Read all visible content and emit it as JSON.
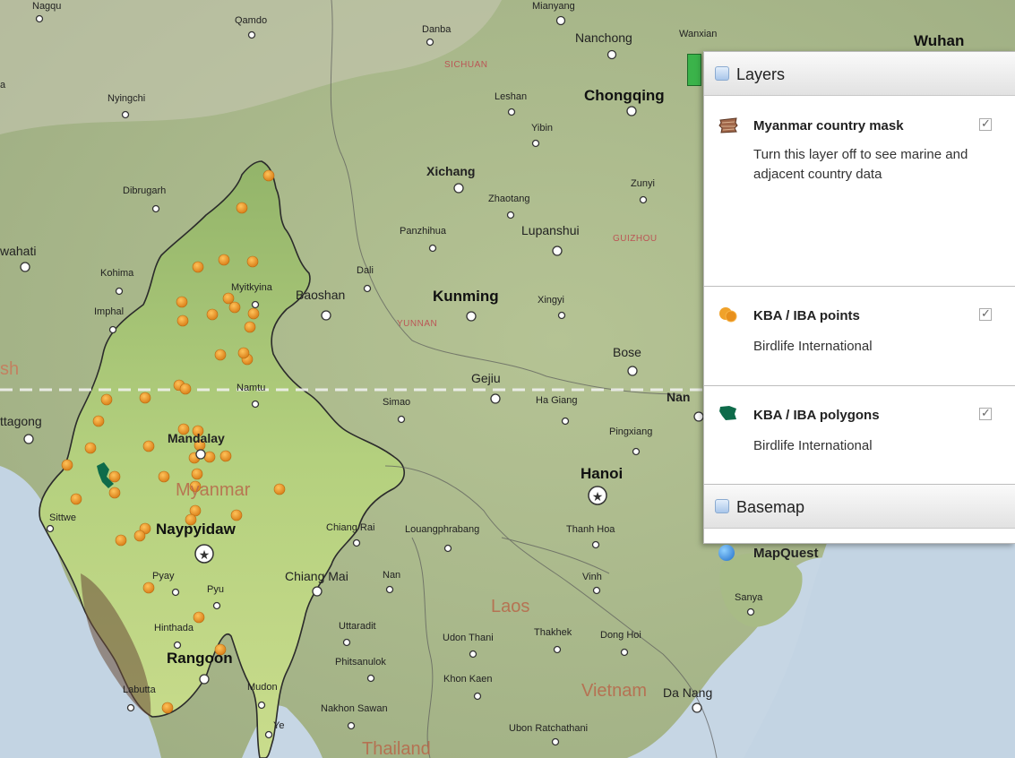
{
  "map": {
    "country_labels": [
      {
        "text": "Myanmar"
      },
      {
        "text": "Laos"
      },
      {
        "text": "Vietnam"
      },
      {
        "text": "Thailand"
      },
      {
        "text": "sh"
      }
    ],
    "region_labels": [
      {
        "text": "SICHUAN"
      },
      {
        "text": "YUNNAN"
      },
      {
        "text": "GUIZHOU"
      }
    ],
    "city_labels": [
      {
        "text": "Qamdo"
      },
      {
        "text": "Nanchong"
      },
      {
        "text": "Wanxian"
      },
      {
        "text": "Wuhan"
      },
      {
        "text": "Danba"
      },
      {
        "text": "Nyingchi"
      },
      {
        "text": "Leshan"
      },
      {
        "text": "Chongqing"
      },
      {
        "text": "Yibin"
      },
      {
        "text": "Xichang"
      },
      {
        "text": "Zhaotang"
      },
      {
        "text": "Zunyi"
      },
      {
        "text": "Dibrugarh"
      },
      {
        "text": "Panzhihua"
      },
      {
        "text": "Lupanshui"
      },
      {
        "text": "wahati"
      },
      {
        "text": "Kohima"
      },
      {
        "text": "Dali"
      },
      {
        "text": "Myitkyina"
      },
      {
        "text": "Baoshan"
      },
      {
        "text": "Kunming"
      },
      {
        "text": "Xingyi"
      },
      {
        "text": "Imphal"
      },
      {
        "text": "Bose"
      },
      {
        "text": "Namtu"
      },
      {
        "text": "Simao"
      },
      {
        "text": "Gejiu"
      },
      {
        "text": "Ha Giang"
      },
      {
        "text": "Nan"
      },
      {
        "text": "ttagong"
      },
      {
        "text": "Mandalay"
      },
      {
        "text": "Pingxiang"
      },
      {
        "text": "Hanoi"
      },
      {
        "text": "Sittwe"
      },
      {
        "text": "Naypyidaw"
      },
      {
        "text": "Chiang Rai"
      },
      {
        "text": "Louangphrabang"
      },
      {
        "text": "Thanh Hoa"
      },
      {
        "text": "Pyay"
      },
      {
        "text": "Pyu"
      },
      {
        "text": "Chiang Mai"
      },
      {
        "text": "Nan"
      },
      {
        "text": "Vinh"
      },
      {
        "text": "Sanya"
      },
      {
        "text": "Hinthada"
      },
      {
        "text": "Uttaradit"
      },
      {
        "text": "Udon Thani"
      },
      {
        "text": "Thakhek"
      },
      {
        "text": "Dong Hoi"
      },
      {
        "text": "Rangoon"
      },
      {
        "text": "Phitsanulok"
      },
      {
        "text": "Khon Kaen"
      },
      {
        "text": "Labutta"
      },
      {
        "text": "Mudon"
      },
      {
        "text": "Da Nang"
      },
      {
        "text": "Ye"
      },
      {
        "text": "Nakhon Sawan"
      },
      {
        "text": "Ubon Ratchathani"
      },
      {
        "text": "Nagqu"
      },
      {
        "text": "Mianyang"
      },
      {
        "text": "a"
      }
    ]
  },
  "panel": {
    "layers_title": "Layers",
    "layers": [
      {
        "name": "Myanmar country mask",
        "description": "Turn this layer off to see marine and adjacent country data",
        "checked": true,
        "icon": "country-mask-icon",
        "color": "#a0674a"
      },
      {
        "name": "KBA / IBA points",
        "description": "Birdlife International",
        "checked": true,
        "icon": "points-icon",
        "color": "#f0a22a"
      },
      {
        "name": "KBA / IBA polygons",
        "description": "Birdlife International",
        "checked": true,
        "icon": "polygons-icon",
        "color": "#0e6b4a"
      }
    ],
    "basemap_title": "Basemap",
    "basemap": {
      "name": "MapQuest",
      "icon": "globe-icon"
    }
  },
  "colors": {
    "land": "#a8b98a",
    "water": "#c9d7e6",
    "point": "#f0a22a",
    "border": "#2b2b2b"
  }
}
